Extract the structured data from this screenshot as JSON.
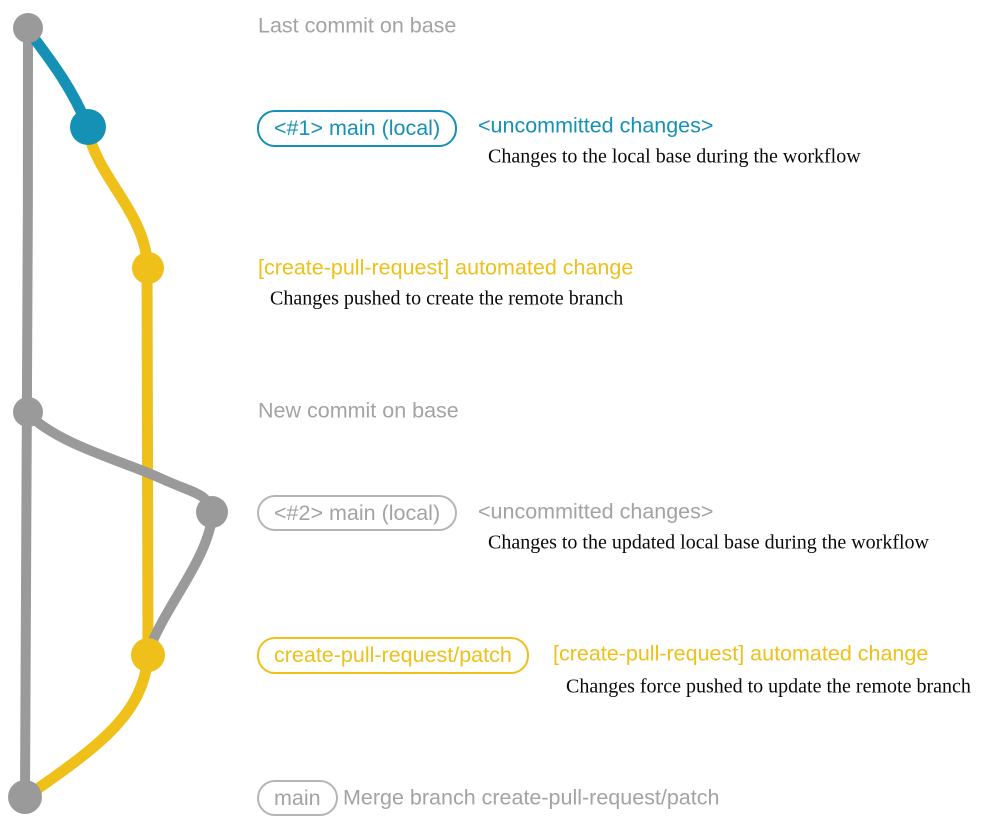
{
  "colors": {
    "teal": "#1591b5",
    "yellow": "#eec019",
    "gray": "#9a9a9a",
    "gray_text": "#a3a3a3",
    "gray_border": "#b5b5b5",
    "description_text": "#0a0a0a"
  },
  "annotations": {
    "last_commit": "Last commit on base",
    "new_commit": "New commit on base",
    "merge_commit_message": "Merge branch create-pull-request/patch"
  },
  "step1": {
    "branch_label": "<#1> main (local)",
    "status": "<uncommitted changes>",
    "description": "Changes to the local base during the workflow"
  },
  "step2": {
    "commit_message": "[create-pull-request] automated change",
    "description": "Changes pushed to create the remote branch"
  },
  "step3": {
    "branch_label": "<#2> main (local)",
    "status": "<uncommitted changes>",
    "description": "Changes to the updated local base during the workflow"
  },
  "step4": {
    "branch_label": "create-pull-request/patch",
    "commit_message": "[create-pull-request] automated change",
    "description": "Changes force pushed to update the remote branch"
  },
  "step5": {
    "branch_label": "main"
  }
}
